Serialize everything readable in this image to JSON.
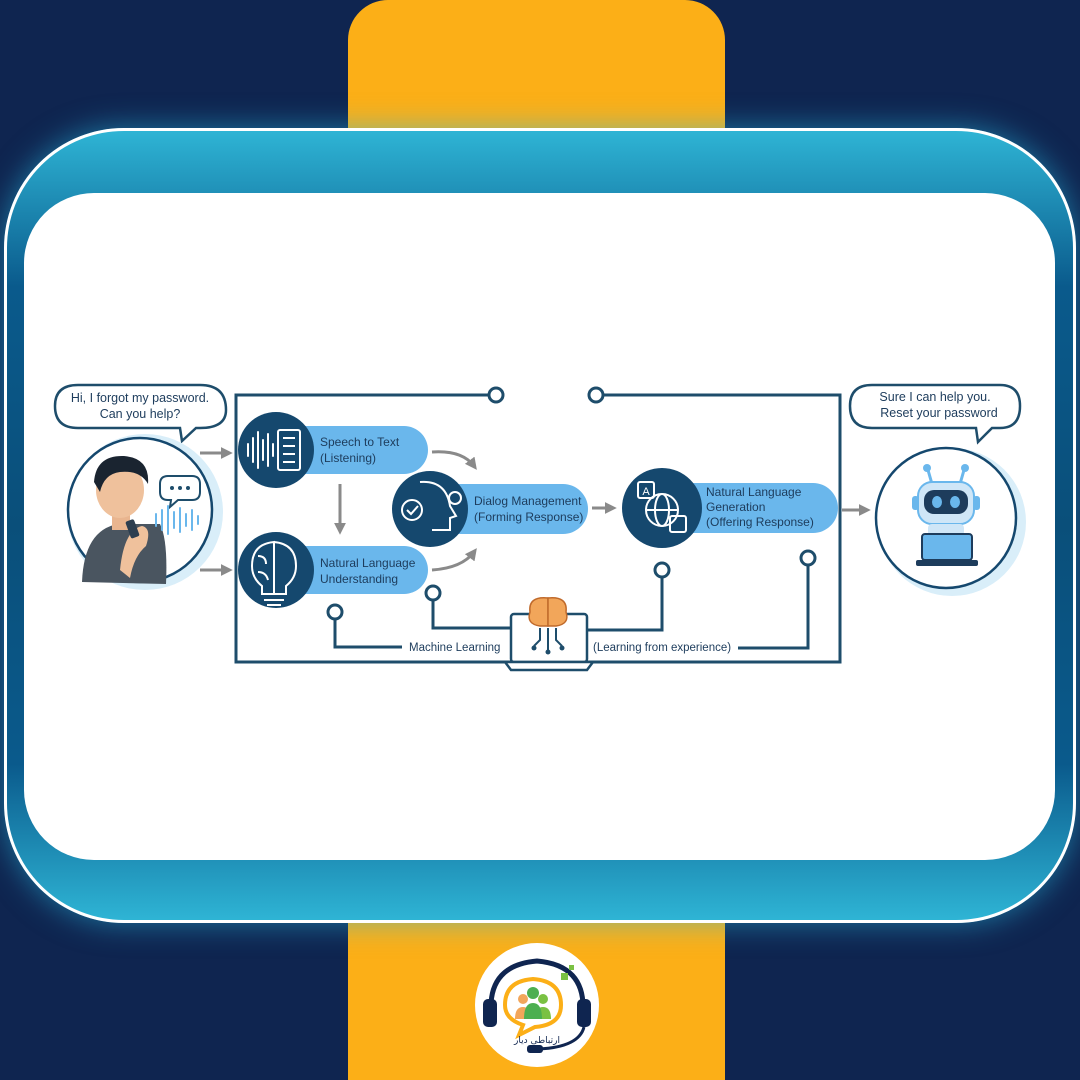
{
  "user_bubble": {
    "line1": "Hi, I forgot my password.",
    "line2": "Can you help?"
  },
  "bot_bubble": {
    "line1": "Sure I can help you.",
    "line2": "Reset your password"
  },
  "stages": {
    "speech_to_text": {
      "line1": "Speech to Text",
      "line2": "(Listening)"
    },
    "nlu": {
      "line1": "Natural Language",
      "line2": "Understanding"
    },
    "dialog": {
      "line1": "Dialog Management",
      "line2": "(Forming Response)"
    },
    "nlg": {
      "line1": "Natural Language",
      "line2": "Generation",
      "line3": "(Offering  Response)"
    }
  },
  "learning": {
    "left_label": "Machine Learning",
    "right_label": "(Learning from experience)"
  },
  "logo": {
    "text": "ارتباطی دیار"
  },
  "colors": {
    "navy": "#0f2550",
    "accent_yellow": "#fcaf17",
    "node_dark": "#15486e",
    "pill_light": "#6ab7ec",
    "line": "#1e4d6b",
    "arrow_gray": "#8a8a8a"
  },
  "icons": [
    "person-icon",
    "speech-bubble-icon",
    "sound-wave-icon",
    "document-icon",
    "brain-bulb-icon",
    "head-gear-icon",
    "globe-translate-icon",
    "laptop-brain-icon",
    "robot-icon",
    "headset-logo-icon"
  ]
}
